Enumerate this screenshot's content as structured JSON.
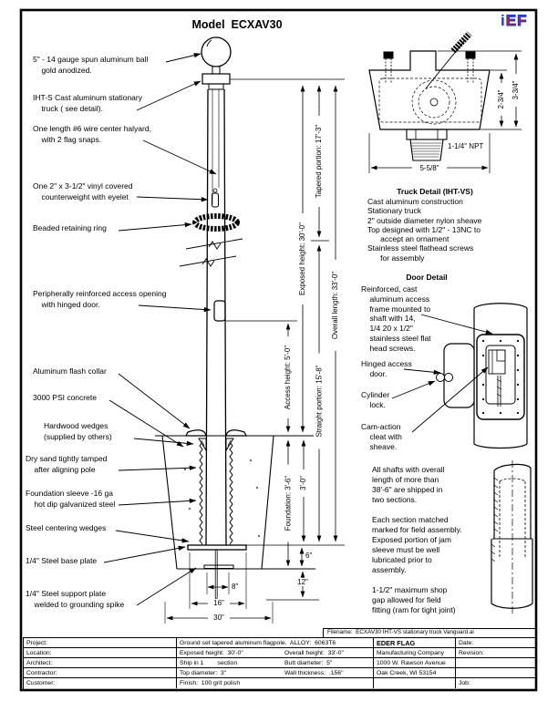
{
  "page": {
    "title": "Model  ECXAV30"
  },
  "logo": {
    "i": "i",
    "e": "E",
    "f": "F"
  },
  "labels": {
    "ball": "5\" - 14 gauge spun aluminum ball\n    gold anodized.",
    "truck": "IHT-S Cast aluminum stationary\n    truck ( see detail).",
    "halyard": "One length #6 wire center halyard,\n    with 2 flag snaps.",
    "counterweight": "One 2\" x 3-1/2\" vinyl covered\n    counterweight with eyelet",
    "ring": "Beaded retaining ring",
    "access": "Peripherally reinforced access opening\n    with hinged door.",
    "collar": "Aluminum flash collar",
    "concrete": "3000 PSI concrete",
    "wedges": "Hardwood wedges\n(supplied by others)",
    "sand": "Dry sand tightly tamped\n    after aligning pole",
    "sleeve": "Foundation sleeve -16 ga\n    hot dip galvanized steel",
    "centering": "Steel centering wedges",
    "baseplate": "1/4\" Steel base plate",
    "support": "1/4\" Steel support plate\n    welded to grounding spike"
  },
  "dims": {
    "exposed": "Exposed height: 30'-0\"",
    "tapered": "Tapered portion: 17'-3\"",
    "straight": "Straight portion: 15'-8\"",
    "overall": "Overall length: 33'-0\"",
    "access_h": "Access height: 5'-0\"",
    "foundation": "Foundation: 3'-6\"",
    "three_ft": "3'-0\"",
    "six_in": "6\"",
    "twelve_in": "12\"",
    "eight_in": "8\"",
    "sixteen_in": "16\"",
    "thirty_in": "30\""
  },
  "truck_detail": {
    "heading": "Truck Detail (IHT-VS)",
    "body": "Cast aluminum construction\nStationary truck\n2\" outside diameter nylon sheave\nTop designed with 1/2\" - 13NC to\n      accept an ornament\nStainless steel flathead screws\n      for assembly",
    "dim_h1": "2-3/4\"",
    "dim_h2": "3-3/4\"",
    "dim_w": "5-5/8\"",
    "npt": "1-1/4\" NPT"
  },
  "door_detail": {
    "heading": "Door Detail",
    "frame_note": "Reinforced, cast\n    aluminum access\n    frame mounted to\n    shaft with 14,\n    1/4 20 x 1/2\"\n    stainless steel flat\n    head screws.",
    "hinged_note": "Hinged access\n    door.",
    "lock_note": "Cylinder\n    lock.",
    "cam_note": "Cam-action\n    cleat with\n    sheave."
  },
  "notes": {
    "shipping": "All shafts with overall\nlength of more than\n38'-6\" are shipped in\ntwo sections.",
    "assembly": "Each section matched\nmarked for field assembly.\nExposed portion of jam\nsleeve must be well\nlubricated prior to\nassembly.",
    "gap": "1-1/2\" maximum shop\ngap allowed for field\nfitting (ram for tight joint)"
  },
  "filename": "Filename:  ECXAV30 IHT-VS stationary truck Vanguard.ai",
  "table": {
    "rows": [
      {
        "label": "Project:",
        "spec_l": "Ground set tapered aluminum flagpole.  ALLOY:  6063T6",
        "spec_r": "",
        "company": "EDER FLAG",
        "right": "Date:"
      },
      {
        "label": "Location:",
        "spec_l": "Exposed height:  30'-0\"",
        "spec_r": "Overall height:  33'-0\"",
        "company": "Manufacturing Company",
        "right": "Revision:"
      },
      {
        "label": "Architect:",
        "spec_l": "Ship in 1        section",
        "spec_r": "Butt diameter:  5\"",
        "company": "1000 W. Rawson Avenue",
        "right": ""
      },
      {
        "label": "Contractor:",
        "spec_l": "Top diameter:  3\"",
        "spec_r": "Wall thickness:  .156\"",
        "company": "Oak Creek, WI 53154",
        "right": ""
      },
      {
        "label": "Customer:",
        "spec_l": "Finish:  100 grit polish",
        "spec_r": "",
        "company": "",
        "right": "Job:"
      }
    ]
  },
  "colors": {
    "line": "#000000",
    "logo_blue": "#1b2fd4",
    "logo_red": "#dd2200"
  }
}
